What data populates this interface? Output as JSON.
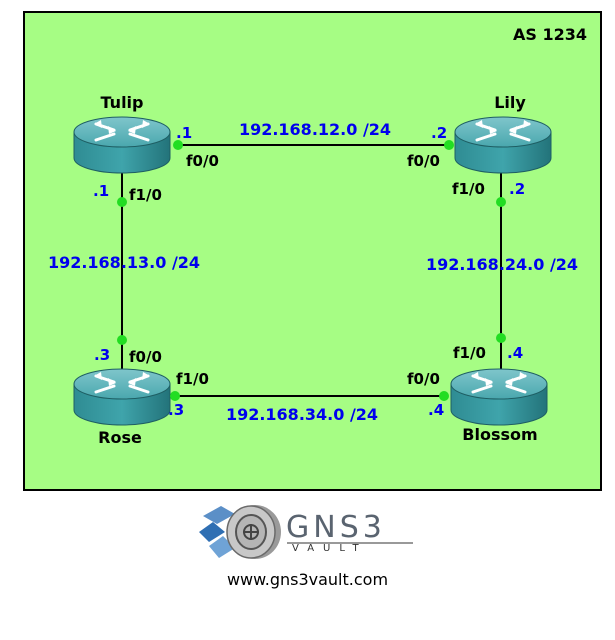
{
  "as_label": "AS 1234",
  "colors": {
    "area_fill": "#a6fd84",
    "link": "#000000",
    "port_dot": "#22dd22",
    "network_text": "#0000ee",
    "router_body": "#3a9ca3"
  },
  "routers": {
    "tulip": "Tulip",
    "lily": "Lily",
    "rose": "Rose",
    "blossom": "Blossom"
  },
  "networks": {
    "tulip_lily": "192.168.12.0 /24",
    "tulip_rose": "192.168.13.0 /24",
    "lily_blossom": "192.168.24.0 /24",
    "rose_blossom": "192.168.34.0 /24"
  },
  "interfaces": {
    "tulip_f00": "f0/0",
    "tulip_f10": "f1/0",
    "lily_f00": "f0/0",
    "lily_f10": "f1/0",
    "rose_f00": "f0/0",
    "rose_f10": "f1/0",
    "blossom_f00": "f0/0",
    "blossom_f10": "f1/0"
  },
  "host_ids": {
    "tulip_f00": ".1",
    "tulip_f10": ".1",
    "lily_f00": ".2",
    "lily_f10": ".2",
    "rose_f00": ".3",
    "rose_f10": ".3",
    "blossom_f00": ".4",
    "blossom_f10": ".4"
  },
  "logo": {
    "name": "GNS3",
    "sub": "VAULT"
  },
  "website": "www.gns3vault.com"
}
